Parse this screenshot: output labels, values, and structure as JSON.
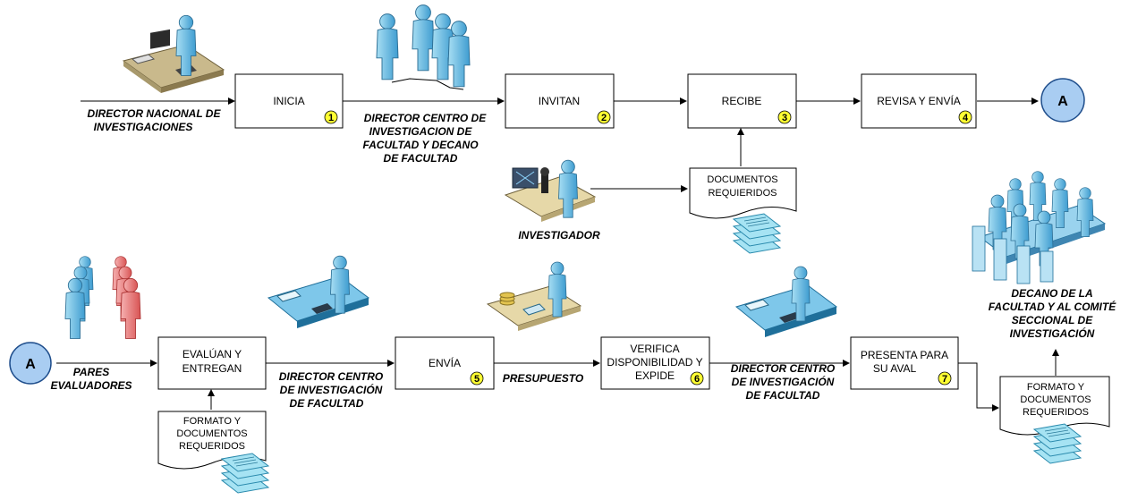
{
  "connectors": {
    "a_end": "A",
    "a_start": "A"
  },
  "processes": {
    "p1": {
      "label": "INICIA",
      "num": "1"
    },
    "p2": {
      "label": "INVITAN",
      "num": "2"
    },
    "p3": {
      "label": "RECIBE",
      "num": "3"
    },
    "p4": {
      "label": "REVISA Y ENVÍA",
      "num": "4"
    },
    "p_eval": {
      "line1": "EVALÚAN Y",
      "line2": "ENTREGAN"
    },
    "p5": {
      "label": "ENVÍA",
      "num": "5"
    },
    "p6": {
      "line1": "VERIFICA",
      "line2": "DISPONIBILIDAD Y",
      "line3": "EXPIDE",
      "num": "6"
    },
    "p7": {
      "line1": "PRESENTA PARA",
      "line2": "SU AVAL",
      "num": "7"
    }
  },
  "documents": {
    "d_top": {
      "line1": "DOCUMENTOS",
      "line2": "REQUIERIDOS"
    },
    "d_bottom1": {
      "line1": "FORMATO Y",
      "line2": "DOCUMENTOS",
      "line3": "REQUERIDOS"
    },
    "d_bottom2": {
      "line1": "FORMATO Y",
      "line2": "DOCUMENTOS",
      "line3": "REQUERIDOS"
    }
  },
  "actors": {
    "director_nacional": {
      "line1": "DIRECTOR NACIONAL  DE",
      "line2": "INVESTIGACIONES"
    },
    "director_centro_decano": {
      "line1": "DIRECTOR CENTRO DE",
      "line2": "INVESTIGACION DE",
      "line3": "FACULTAD Y DECANO",
      "line4": "DE FACULTAD"
    },
    "investigador": {
      "line1": "INVESTIGADOR"
    },
    "pares": {
      "line1": "PARES",
      "line2": "EVALUADORES"
    },
    "director_centro_1": {
      "line1": "DIRECTOR CENTRO",
      "line2": "DE INVESTIGACIÓN",
      "line3": "DE FACULTAD"
    },
    "presupuesto": {
      "line1": "PRESUPUESTO"
    },
    "director_centro_2": {
      "line1": "DIRECTOR CENTRO",
      "line2": "DE INVESTIGACIÓN",
      "line3": "DE FACULTAD"
    },
    "decano_comite": {
      "line1": "DECANO DE LA",
      "line2": "FACULTAD Y AL COMITÉ",
      "line3": "SECCIONAL DE",
      "line4": "INVESTIGACIÓN"
    }
  },
  "colors": {
    "person_blue": "#6ec6ea",
    "person_red": "#f08a8a",
    "badge_yellow": "#ffff33",
    "connector_fill": "#a9cdf2",
    "desk_tan": "#c9b98c",
    "paper_blue": "#7fd3ea"
  },
  "icons": [
    "computer-desk-icon",
    "group-people-icon",
    "microscope-lab-icon",
    "documents-stack-icon",
    "evaluators-people-icon",
    "office-desk-icon",
    "money-desk-icon",
    "meeting-table-icon"
  ]
}
